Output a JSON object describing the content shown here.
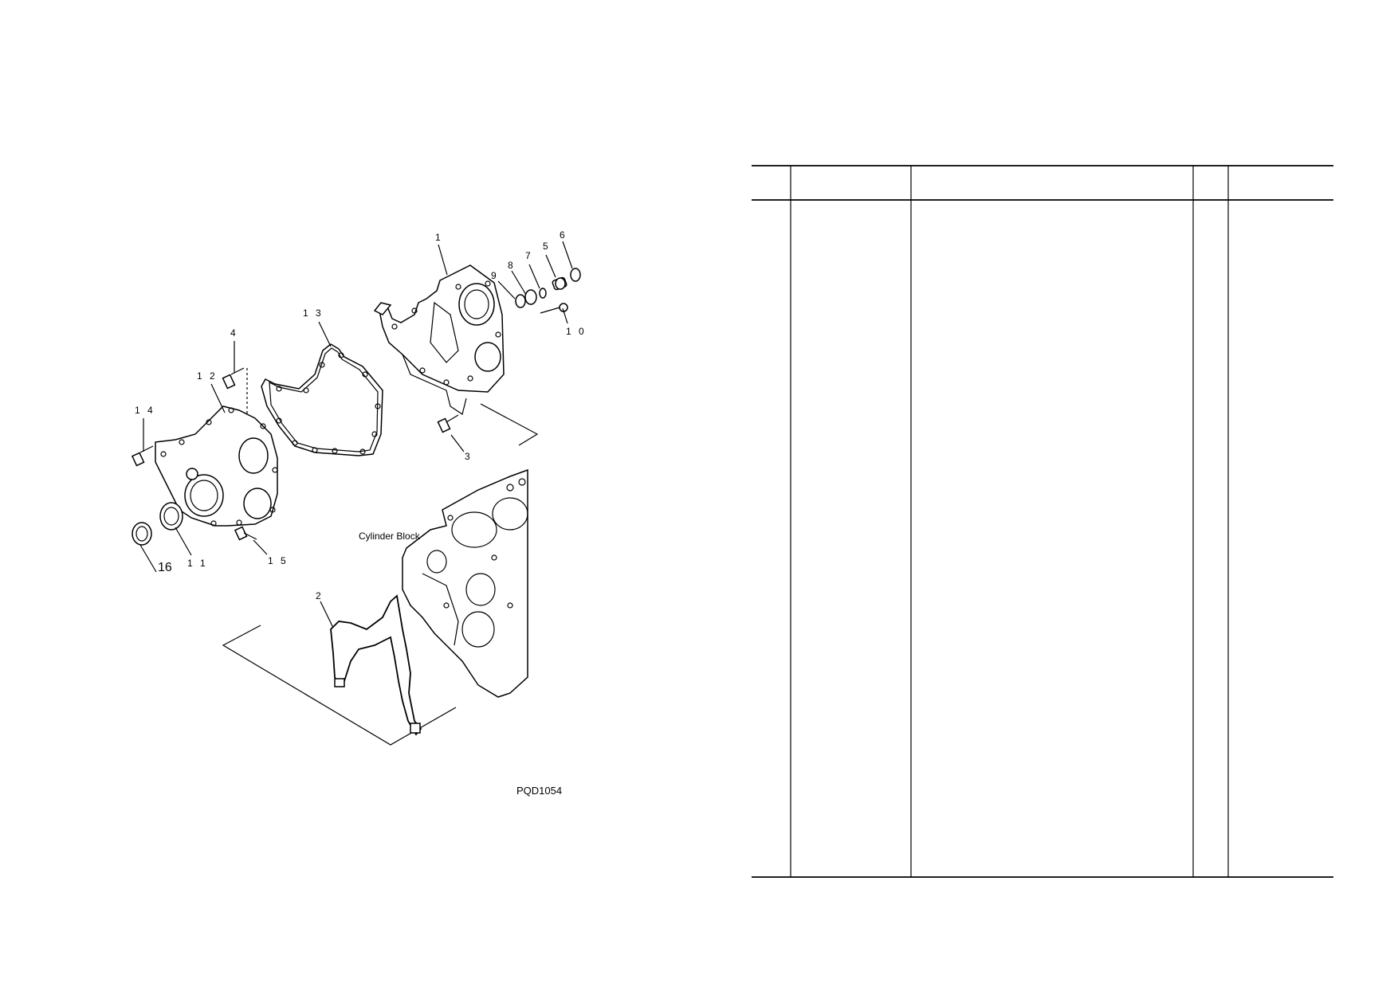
{
  "diagram": {
    "callouts": [
      "1",
      "2",
      "3",
      "4",
      "5",
      "6",
      "7",
      "8",
      "9",
      "1 0",
      "1 1",
      "1 2",
      "1 3",
      "1 4",
      "1 5",
      "16"
    ],
    "label_cylinder_block": "Cylinder Block",
    "reference_code": "PQD1054"
  },
  "parts_table": {
    "headers": [
      "",
      "",
      "",
      "",
      ""
    ],
    "rows": []
  }
}
